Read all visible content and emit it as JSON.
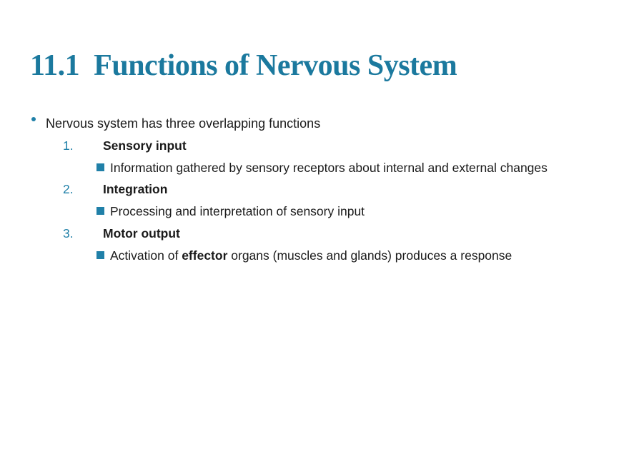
{
  "slide": {
    "title": "11.1  Functions of Nervous System",
    "intro_bullet": "Nervous system has three overlapping functions",
    "items": [
      {
        "number": "1.",
        "label": "Sensory input",
        "detail_segments": [
          {
            "text": "Information gathered by sensory receptors about internal and external changes",
            "bold": false
          }
        ]
      },
      {
        "number": "2.",
        "label": "Integration",
        "detail_segments": [
          {
            "text": "Processing and interpretation of sensory input",
            "bold": false
          }
        ]
      },
      {
        "number": "3.",
        "label": "Motor output",
        "detail_segments": [
          {
            "text": "Activation of ",
            "bold": false
          },
          {
            "text": "effector",
            "bold": true
          },
          {
            "text": " organs (muscles and glands) produces a response",
            "bold": false
          }
        ]
      }
    ],
    "colors": {
      "title": "#1B799E",
      "accent": "#2080A8",
      "text": "#1A1A1A",
      "background": "#FFFFFF"
    }
  }
}
